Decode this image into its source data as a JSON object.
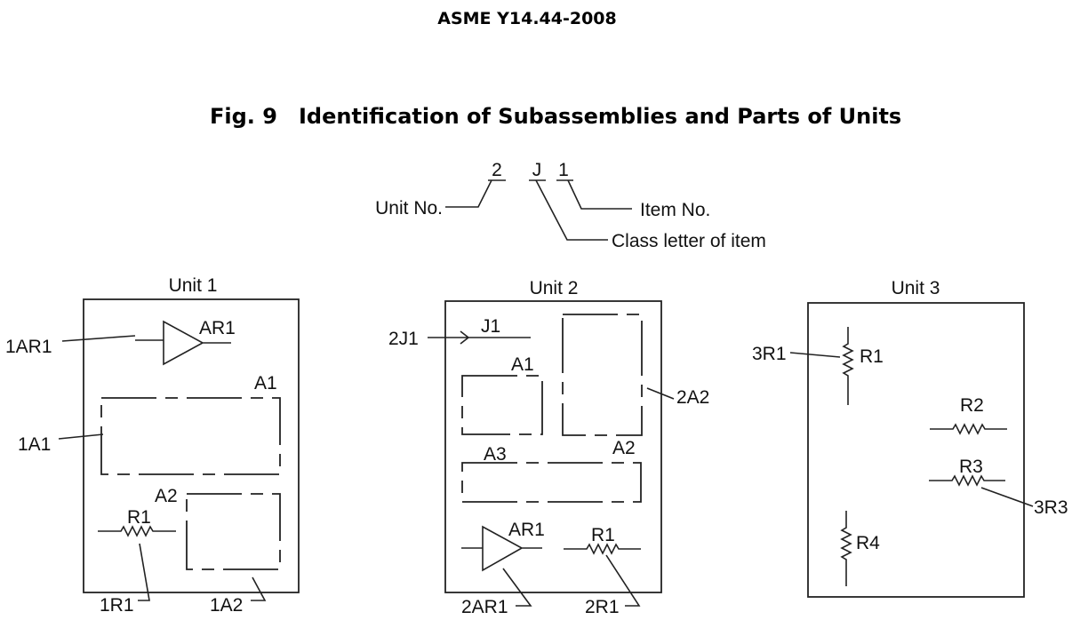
{
  "header": {
    "standard": "ASME Y14.44-2008"
  },
  "figure": {
    "number": "Fig. 9",
    "title": "Identification of Subassemblies and Parts of Units"
  },
  "legend": {
    "code_unit": "2",
    "code_class": "J",
    "code_item": "1",
    "unit_no": "Unit No.",
    "item_no": "Item No.",
    "class_letter": "Class letter of item"
  },
  "unit1": {
    "title": "Unit 1",
    "ar1": "AR1",
    "ar1_ref": "1AR1",
    "a1": "A1",
    "a1_ref": "1A1",
    "a2": "A2",
    "a2_ref": "1A2",
    "r1": "R1",
    "r1_ref": "1R1"
  },
  "unit2": {
    "title": "Unit 2",
    "j1": "J1",
    "j1_ref": "2J1",
    "a1": "A1",
    "a2": "A2",
    "a2_ref": "2A2",
    "a3": "A3",
    "ar1": "AR1",
    "ar1_ref": "2AR1",
    "r1": "R1",
    "r1_ref": "2R1"
  },
  "unit3": {
    "title": "Unit 3",
    "r1": "R1",
    "r1_ref": "3R1",
    "r2": "R2",
    "r3": "R3",
    "r3_ref": "3R3",
    "r4": "R4"
  }
}
